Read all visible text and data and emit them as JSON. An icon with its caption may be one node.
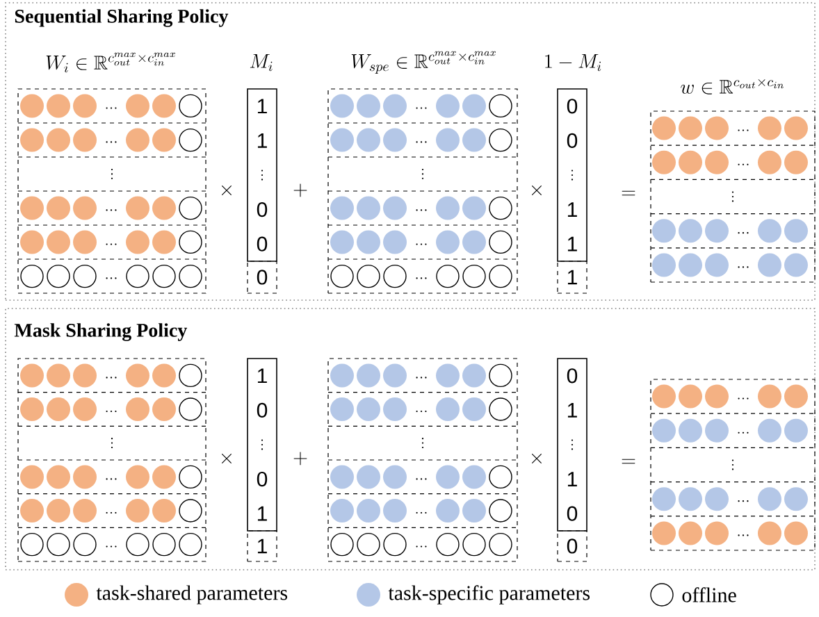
{
  "diagram": {
    "nodes": [
      {
        "text": [
          "Sequential Sharing Policy"
        ]
      },
      {
        "text": [],
        "shape": "box",
        "in": 0
      },
      {
        "text": [
          "1",
          "1",
          "0",
          "0"
        ],
        "in": 0
      },
      {
        "text": [
          "0"
        ],
        "in": 0
      },
      {
        "text": [],
        "shape": "box",
        "in": 0
      },
      {
        "text": [
          "0",
          "0",
          "1",
          "1"
        ],
        "in": 0
      },
      {
        "text": [
          "1"
        ],
        "in": 0
      },
      {
        "text": [],
        "shape": "box",
        "in": 0
      },
      {
        "text": [
          "Mask Sharing Policy"
        ]
      },
      {
        "text": [],
        "shape": "box",
        "in": 8
      },
      {
        "text": [
          "1",
          "0",
          "0",
          "1"
        ],
        "in": 8
      },
      {
        "text": [
          "1"
        ],
        "in": 8
      },
      {
        "text": [],
        "shape": "box",
        "in": 8
      },
      {
        "text": [
          "0",
          "1",
          "1",
          "0"
        ],
        "in": 8
      },
      {
        "text": [
          "0"
        ],
        "in": 8
      },
      {
        "text": [],
        "shape": "box",
        "in": 8
      }
    ],
    "labels": [
      "W_i \\in \\mathbb{R}^{c_{out}^{max}\\times c_{in}^{max}}",
      "M_i",
      "W_{spe} \\in \\mathbb{R}^{c_{out}^{max}\\times c_{in}^{max}}",
      "1 - M_i",
      "w \\in \\mathbb{R}^{c_{out}\\times c_{in}}",
      "\\times",
      "+",
      "\\times",
      "=",
      "\\times",
      "+",
      "\\times",
      "="
    ],
    "legend": [
      {
        "text": "task-shared parameters",
        "color": "#f4b183"
      },
      {
        "text": "task-specific parameters",
        "color": "#b4c7e7"
      },
      {
        "text": "offline"
      }
    ]
  }
}
